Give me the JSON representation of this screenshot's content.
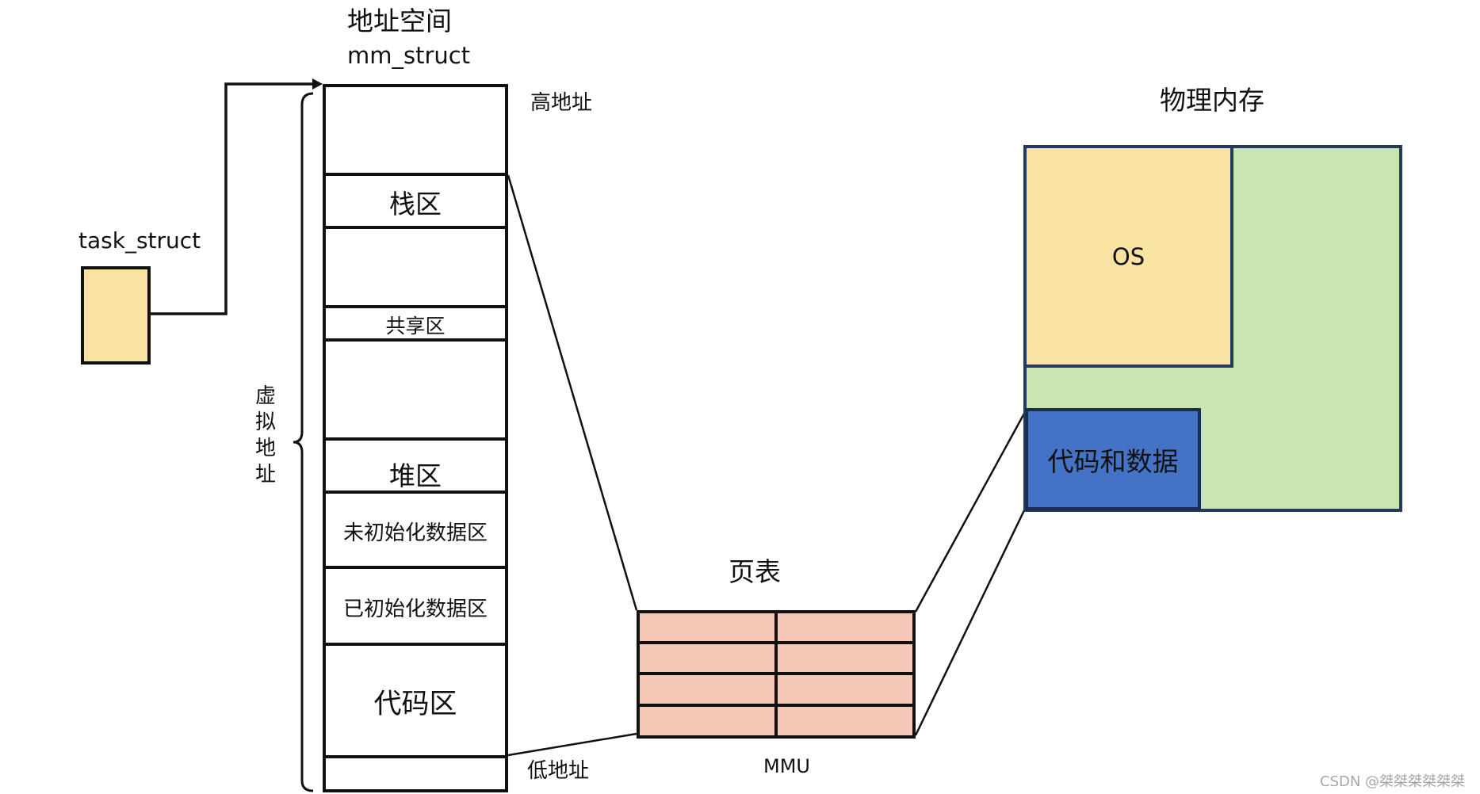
{
  "title_cn": "地址空间",
  "title_struct": "mm_struct",
  "task_label": "task_struct",
  "high_addr": "高地址",
  "low_addr": "低地址",
  "virtual_addr_vertical": [
    "虚",
    "拟",
    "地",
    "址"
  ],
  "segments": {
    "stack": "栈区",
    "shared": "共享区",
    "heap": "堆区",
    "bss": "未初始化数据区",
    "data": "已初始化数据区",
    "text": "代码区"
  },
  "page_table_title": "页表",
  "mmu_label": "MMU",
  "physical_title": "物理内存",
  "os_label": "OS",
  "code_data_label": "代码和数据",
  "watermark": "CSDN @桀桀桀桀桀桀",
  "colors": {
    "task_fill": "#f8e3a3",
    "os_fill": "#f8e3a3",
    "phys_fill": "#c9e5b1",
    "code_fill": "#4472c4",
    "page_table_fill": "#f5c8b8"
  }
}
